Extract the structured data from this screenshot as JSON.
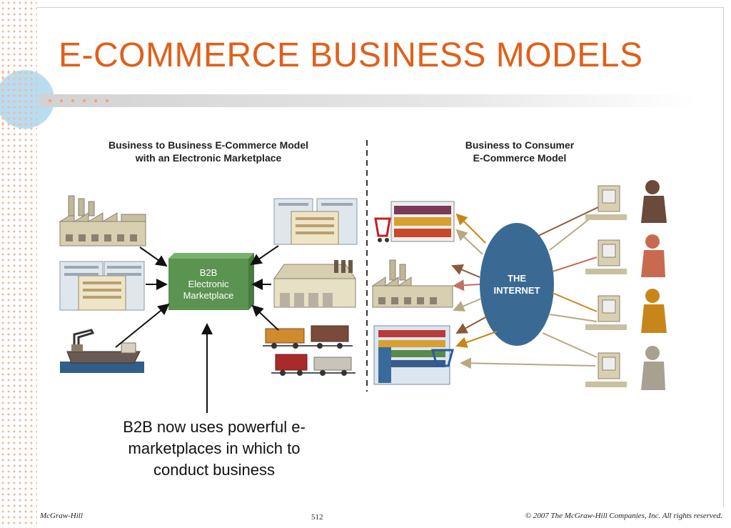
{
  "slide": {
    "title": "E-COMMERCE BUSINESS MODELS",
    "accent_color": "#e0601a"
  },
  "diagram": {
    "b2b_heading_line1": "Business to Business E-Commerce Model",
    "b2b_heading_line2": "with an Electronic Marketplace",
    "b2c_heading_line1": "Business to Consumer",
    "b2c_heading_line2": "E-Commerce Model",
    "marketplace_line1": "B2B",
    "marketplace_line2": "Electronic",
    "marketplace_line3": "Marketplace",
    "internet_line1": "THE",
    "internet_line2": "INTERNET",
    "marketplace_color": "#5a9450",
    "internet_color": "#3a6a94"
  },
  "callout": {
    "line1": "B2B now uses powerful e-",
    "line2": "marketplaces in which to",
    "line3": "conduct business"
  },
  "footer": {
    "publisher": "McGraw-Hill",
    "page_number": "512",
    "copyright": "© 2007 The McGraw-Hill Companies, Inc. All rights reserved."
  }
}
